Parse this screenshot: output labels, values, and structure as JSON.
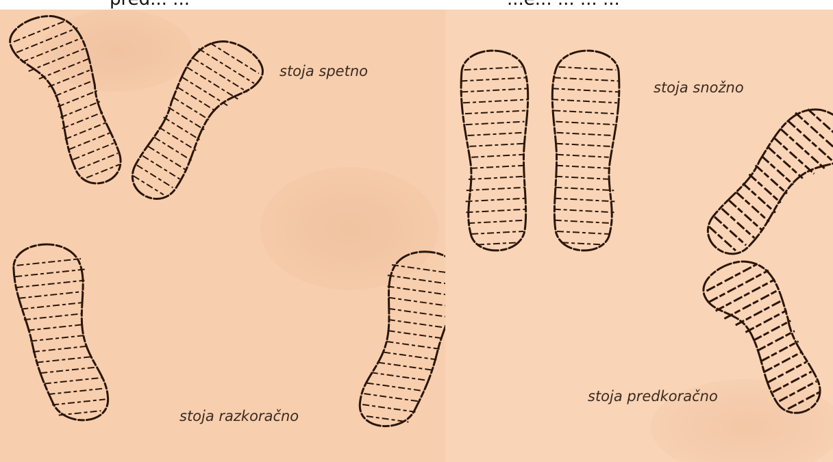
{
  "header": {
    "left_fragment": "pred... ...",
    "right_fragment": "...e... ... ... ..."
  },
  "panels": {
    "left": {
      "caption_top": "stoja spetno",
      "caption_bottom": "stoja razkoračno"
    },
    "right": {
      "caption_top": "stoja snožno",
      "caption_bottom": "stoja predkoračno"
    }
  },
  "colors": {
    "left_background": "#f7ceae",
    "right_background": "#f9d4b6",
    "ink": "#2a1608"
  }
}
